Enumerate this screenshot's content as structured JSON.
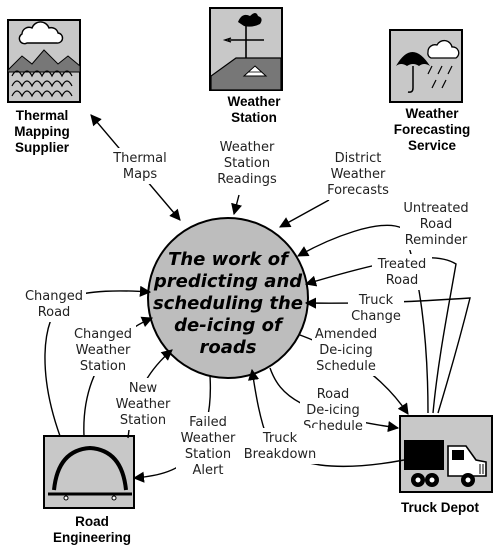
{
  "center": {
    "lines": [
      "The work of",
      "predicting  and",
      "scheduling the",
      "de-icing of",
      "roads"
    ]
  },
  "entities": {
    "thermal": [
      "Thermal",
      "Mapping",
      "Supplier"
    ],
    "weather_station": [
      "Weather",
      "Station"
    ],
    "forecasting": [
      "Weather",
      "Forecasting",
      "Service"
    ],
    "road_engineering": [
      "Road",
      "Engineering"
    ],
    "truck_depot": [
      "Truck Depot"
    ]
  },
  "flows": {
    "thermal_maps": [
      "Thermal",
      "Maps"
    ],
    "station_readings": [
      "Weather",
      "Station",
      "Readings"
    ],
    "district_forecasts": [
      "District",
      "Weather",
      "Forecasts"
    ],
    "untreated": [
      "Untreated",
      "Road",
      "Reminder"
    ],
    "treated": [
      "Treated",
      "Road"
    ],
    "truck_change": [
      "Truck",
      "Change"
    ],
    "amended": [
      "Amended",
      "De-icing",
      "Schedule"
    ],
    "road_deicing": [
      "Road",
      "De-icing",
      "Schedule"
    ],
    "truck_breakdown": [
      "Truck",
      "Breakdown"
    ],
    "failed": [
      "Failed",
      "Weather",
      "Station",
      "Alert"
    ],
    "new_station": [
      "New",
      "Weather",
      "Station"
    ],
    "changed_station": [
      "Changed",
      "Weather",
      "Station"
    ],
    "changed_road": [
      "Changed",
      "Road"
    ]
  }
}
